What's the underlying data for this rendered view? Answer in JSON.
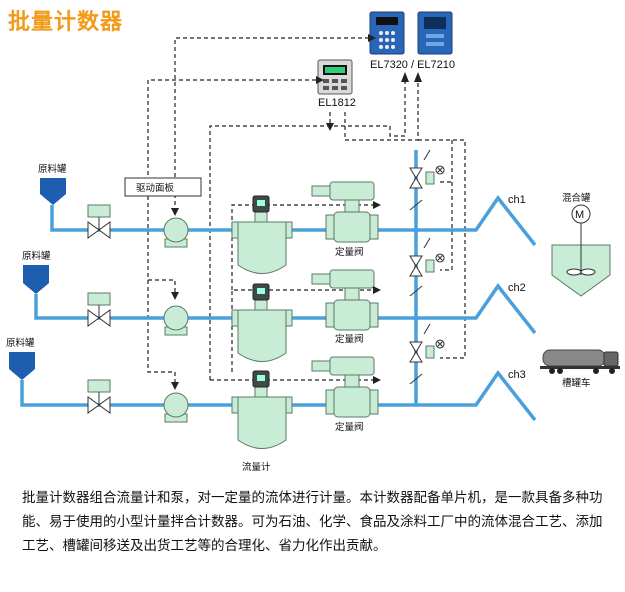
{
  "title": "批量计数器",
  "labels": {
    "raw_tank": "原料罐",
    "drive_panel": "驱动面板",
    "controllers_top": "EL7320 / EL7210",
    "controller_small": "EL1812",
    "valve": "定量阀",
    "flowmeter": "流量计",
    "ch1": "ch1",
    "ch2": "ch2",
    "ch3": "ch3",
    "mixing_tank": "混合罐",
    "mixer_symbol": "M",
    "tanker": "槽罐车"
  },
  "description": "批量计数器组合流量计和泵，对一定量的流体进行计量。本计数器配备单片机，是一款具备多种功能、易于使用的小型计量拌合计数器。可为石油、化学、食品及涂料工厂中的流体混合工艺、添加工艺、槽罐间移送及出货工艺等的合理化、省力化作出贡献。",
  "colors": {
    "title": "#f29a1a",
    "pipe": "#4aa0dc",
    "tank": "#1d5fae",
    "equipment": "#c9ecd6",
    "equipment_stroke": "#5a7a66",
    "controller": "#2a66b8"
  }
}
